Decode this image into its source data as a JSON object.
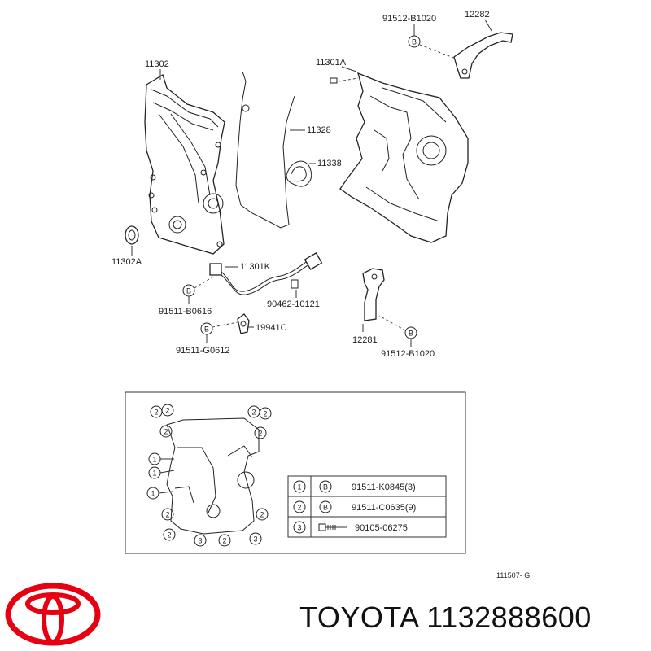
{
  "parts": {
    "p11302": "11302",
    "p11301A": "11301A",
    "p91512_top": "91512-B1020",
    "p12282": "12282",
    "p11328": "11328",
    "p11338": "11338",
    "p11302A": "11302A",
    "p11301K": "11301K",
    "p91511_B0616": "91511-B0616",
    "p90462": "90462-10121",
    "p19941C": "19941C",
    "p91511_G0612": "91511-G0612",
    "p12281": "12281",
    "p91512_bottom": "91512-B1020"
  },
  "bolt_marker": "B",
  "legend": {
    "rows": [
      {
        "num": "1",
        "marker": "B",
        "part": "91511-K0845(3)"
      },
      {
        "num": "2",
        "marker": "B",
        "part": "91511-C0635(9)"
      },
      {
        "num": "3",
        "marker": "",
        "part": "90105-06275"
      }
    ]
  },
  "callout_numbers": {
    "one": "1",
    "two": "2",
    "three": "3"
  },
  "diagram_code": "111507- G",
  "brand": {
    "name": "TOYOTA",
    "part_number": "1132888600",
    "logo_color": "#e60012"
  }
}
